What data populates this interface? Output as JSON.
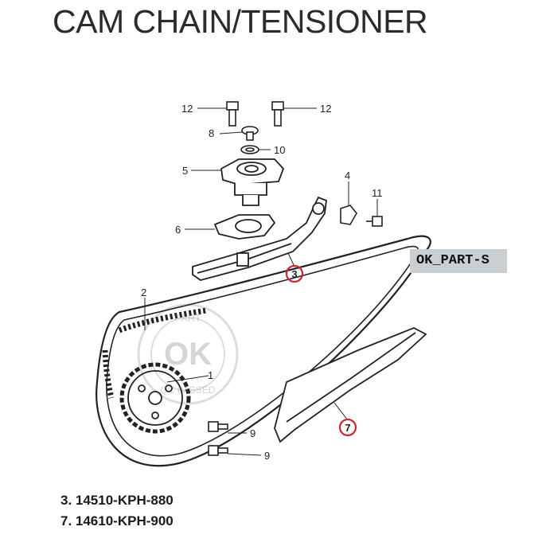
{
  "title": "CAM CHAIN/TENSIONER",
  "callouts": {
    "c1": "1",
    "c2": "2",
    "c3": "3",
    "c4": "4",
    "c5": "5",
    "c6": "6",
    "c7": "7",
    "c8": "8",
    "c9a": "9",
    "c9b": "9",
    "c10": "10",
    "c11": "11",
    "c12a": "12",
    "c12b": "12"
  },
  "shop_label": "OK_PART-S",
  "watermark": {
    "big": "OK",
    "top_arc": "PART",
    "bottom_arc": "QC PASSED"
  },
  "part_numbers": [
    "3. 14510-KPH-880",
    "7. 14610-KPH-900"
  ],
  "colors": {
    "highlight_ring": "#d4232f",
    "label_bg": "#c9cfd3",
    "line_art": "#222222"
  }
}
